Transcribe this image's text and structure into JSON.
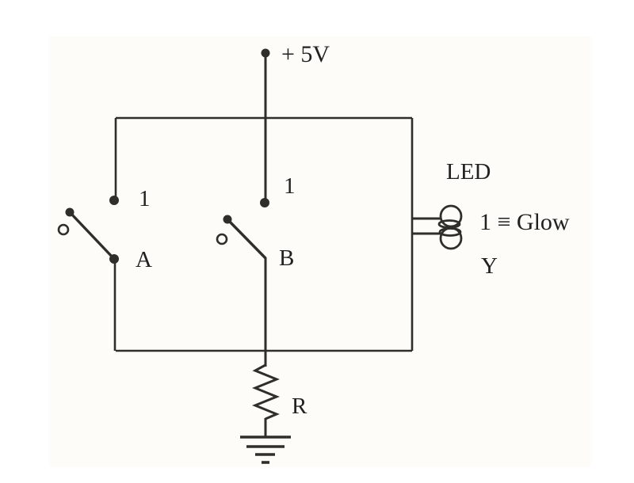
{
  "scene": {
    "type": "circuit-diagram-figure",
    "background_color": "#ffffff",
    "scan_area_color": "#fdfcf8",
    "ink_color": "#302e2b",
    "text_color": "#232120"
  },
  "diagram": {
    "supply": {
      "label": "+ 5V"
    },
    "switches": [
      {
        "name": "A",
        "position_label": "1",
        "state": "open",
        "symbol": "spst-toggle-switch"
      },
      {
        "name": "B",
        "position_label": "1",
        "state": "open",
        "symbol": "spst-toggle-switch"
      }
    ],
    "led": {
      "label": "LED",
      "condition": "1 ≡ Glow",
      "output_name": "Y",
      "symbol": "led-indicator-two-rings"
    },
    "resistor": {
      "label": "R",
      "symbol": "zigzag-resistor"
    },
    "ground": {
      "symbol": "earth-ground"
    }
  }
}
